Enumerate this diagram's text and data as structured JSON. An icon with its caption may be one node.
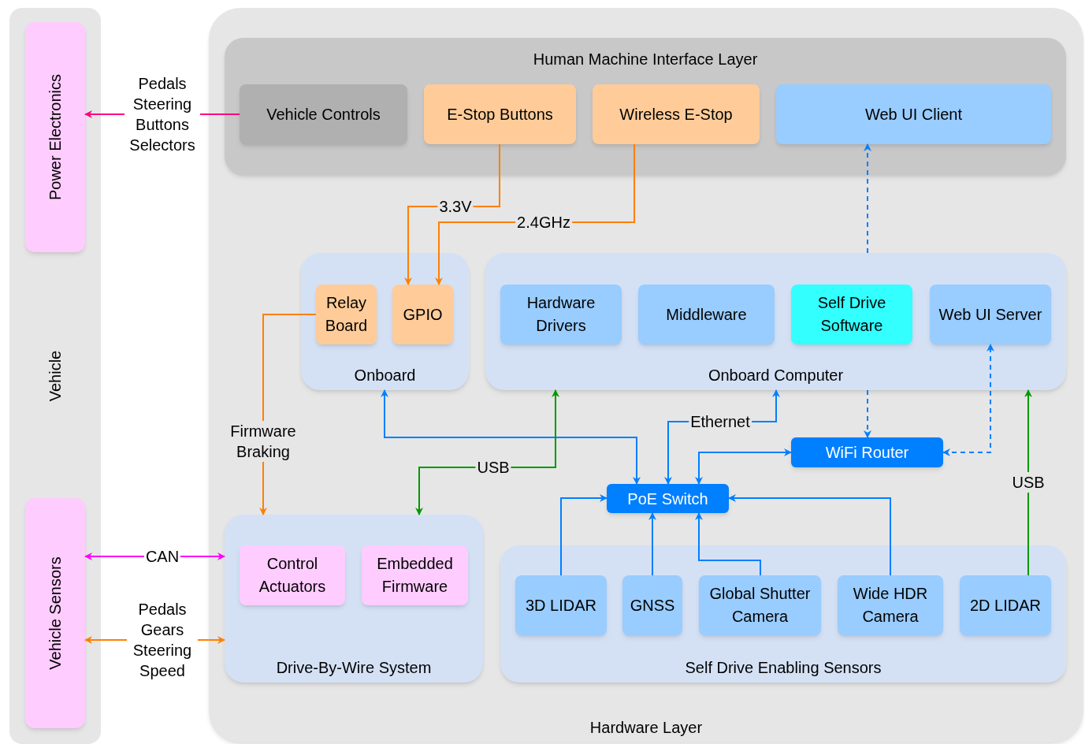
{
  "diagram": {
    "nodes": [
      {
        "text": [
          "Vehicle"
        ]
      },
      {
        "text": [
          "Power Electronics"
        ],
        "in": 0
      },
      {
        "text": [
          "Vehicle Sensors"
        ],
        "in": 0
      },
      {
        "text": [
          "Hardware Layer"
        ]
      },
      {
        "text": [
          "Human Machine Interface Layer"
        ],
        "in": 3
      },
      {
        "text": [
          "Vehicle Controls"
        ],
        "in": 4
      },
      {
        "text": [
          "E-Stop Buttons"
        ],
        "in": 4
      },
      {
        "text": [
          "Wireless E-Stop"
        ],
        "in": 4
      },
      {
        "text": [
          "Web UI Client"
        ],
        "in": 4
      },
      {
        "text": [
          "Onboard"
        ],
        "in": 3
      },
      {
        "text": [
          "Relay Board"
        ],
        "in": 9
      },
      {
        "text": [
          "GPIO"
        ],
        "in": 9
      },
      {
        "text": [
          "Onboard Computer"
        ],
        "in": 3
      },
      {
        "text": [
          "Hardware Drivers"
        ],
        "in": 12
      },
      {
        "text": [
          "Middleware"
        ],
        "in": 12
      },
      {
        "text": [
          "Self Drive Software"
        ],
        "in": 12
      },
      {
        "text": [
          "Web UI Server"
        ],
        "in": 12
      },
      {
        "text": [
          "WiFi Router"
        ],
        "in": 3
      },
      {
        "text": [
          "PoE Switch"
        ],
        "in": 3
      },
      {
        "text": [
          "Drive-By-Wire System"
        ],
        "in": 3
      },
      {
        "text": [
          "Control Actuators"
        ],
        "in": 19
      },
      {
        "text": [
          "Embedded Firmware"
        ],
        "in": 19
      },
      {
        "text": [
          "Self Drive Enabling Sensors"
        ],
        "in": 3
      },
      {
        "text": [
          "3D LIDAR"
        ],
        "in": 22
      },
      {
        "text": [
          "GNSS"
        ],
        "in": 22
      },
      {
        "text": [
          "Global Shutter Camera"
        ],
        "in": 22
      },
      {
        "text": [
          "Wide HDR Camera"
        ],
        "in": 22
      },
      {
        "text": [
          "2D LIDAR"
        ],
        "in": 22
      }
    ],
    "edges": [
      {
        "from": 5,
        "to": 1,
        "arrow": "to",
        "label": "Pedals Steering Buttons Selectors",
        "color": "#ff0080"
      },
      {
        "from": 6,
        "to": 11,
        "arrow": "to",
        "label": "3.3V",
        "color": "#ff8000"
      },
      {
        "from": 7,
        "to": 11,
        "arrow": "to",
        "label": "2.4GHz",
        "color": "#ff8000"
      },
      {
        "from": 10,
        "to": 19,
        "arrow": "to",
        "label": "Firmware Braking",
        "color": "#ff8000"
      },
      {
        "from": 9,
        "to": 18,
        "arrow": "both"
      },
      {
        "from": 12,
        "to": 19,
        "arrow": "both",
        "label": "USB",
        "color": "#009900"
      },
      {
        "from": 18,
        "to": 12,
        "arrow": "both",
        "label": "Ethernet"
      },
      {
        "from": 18,
        "to": 17,
        "arrow": "both"
      },
      {
        "from": 12,
        "to": 17,
        "arrow": "to",
        "style": "dashed"
      },
      {
        "from": 17,
        "to": 16,
        "arrow": "both",
        "style": "dashed"
      },
      {
        "from": 12,
        "to": 8,
        "arrow": "to",
        "style": "dashed"
      },
      {
        "from": 23,
        "to": 18,
        "arrow": "to"
      },
      {
        "from": 24,
        "to": 18,
        "arrow": "to"
      },
      {
        "from": 25,
        "to": 18,
        "arrow": "to"
      },
      {
        "from": 26,
        "to": 18,
        "arrow": "to"
      },
      {
        "from": 27,
        "to": 12,
        "arrow": "to",
        "label": "USB",
        "color": "#009900"
      },
      {
        "from": 2,
        "to": 19,
        "arrow": "both",
        "label": "CAN",
        "color": "#ff00ff"
      },
      {
        "from": 2,
        "to": 19,
        "arrow": "both",
        "label": "Pedals Gears Steering Speed",
        "color": "#ff8000"
      }
    ]
  }
}
